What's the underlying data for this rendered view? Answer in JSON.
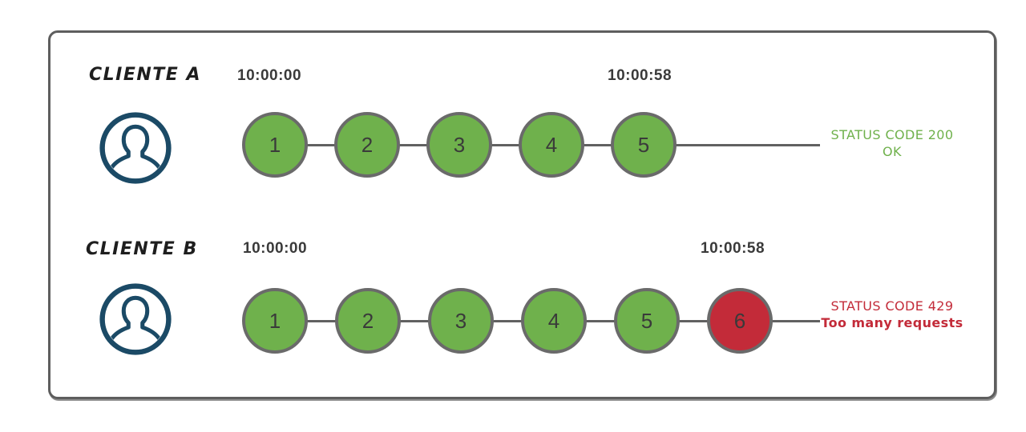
{
  "panel": {
    "rows": [
      {
        "client_label": "CLIENTE A",
        "start_time": "10:00:00",
        "end_time": "10:00:58",
        "requests": [
          {
            "label": "1",
            "state": "success"
          },
          {
            "label": "2",
            "state": "success"
          },
          {
            "label": "3",
            "state": "success"
          },
          {
            "label": "4",
            "state": "success"
          },
          {
            "label": "5",
            "state": "success"
          }
        ],
        "status": {
          "line1": "STATUS CODE 200",
          "line2": "OK",
          "type": "success"
        }
      },
      {
        "client_label": "CLIENTE B",
        "start_time": "10:00:00",
        "end_time": "10:00:58",
        "requests": [
          {
            "label": "1",
            "state": "success"
          },
          {
            "label": "2",
            "state": "success"
          },
          {
            "label": "3",
            "state": "success"
          },
          {
            "label": "4",
            "state": "success"
          },
          {
            "label": "5",
            "state": "success"
          },
          {
            "label": "6",
            "state": "error"
          }
        ],
        "status": {
          "line1": "STATUS CODE 429",
          "line2": "Too many requests",
          "type": "error"
        }
      }
    ]
  },
  "icons": {
    "user": "user-silhouette-in-circle"
  },
  "colors": {
    "success_green": "#6fb14c",
    "error_red": "#c32b39",
    "circle_border": "#6a6a6a",
    "connector_gray": "#616161",
    "panel_border": "#5e5e5e",
    "icon_blue": "#1b4a66",
    "timestamp_text": "#3a3a3a",
    "client_label_text": "#1e1e1e"
  }
}
